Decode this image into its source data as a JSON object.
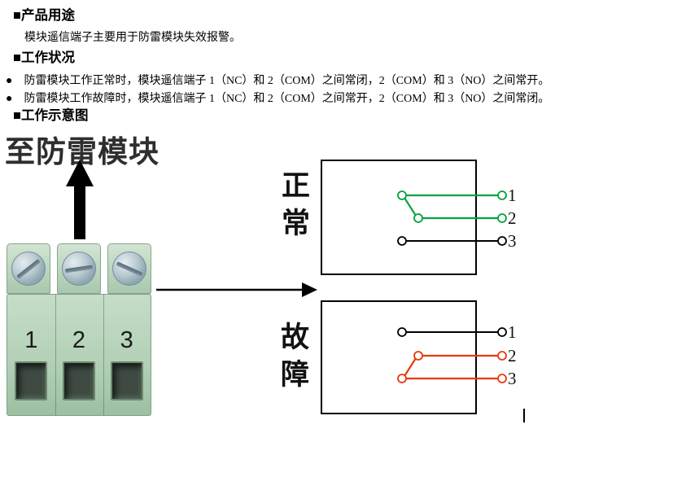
{
  "usage": {
    "heading": "■产品用途",
    "body": "模块遥信端子主要用于防雷模块失效报警。"
  },
  "status": {
    "heading": "■工作状况",
    "bullet1": "●　防雷模块工作正常时，模块遥信端子 1（NC）和 2（COM）之间常闭，2（COM）和 3（NO）之间常开。",
    "bullet2": "●　防雷模块工作故障时，模块遥信端子 1（NC）和 2（COM）之间常开，2（COM）和 3（NO）之间常闭。"
  },
  "schematic": {
    "heading": "■工作示意图",
    "module_label": "至防雷模块",
    "terminal_block": {
      "pins": [
        "1",
        "2",
        "3"
      ]
    },
    "open_color": "#000000",
    "states": {
      "normal": {
        "label": "正常",
        "color": "#00a43a",
        "closed_contacts": [
          "1",
          "2"
        ],
        "terminals": [
          "1",
          "2",
          "3"
        ]
      },
      "fault": {
        "label": "故障",
        "color": "#e8380d",
        "closed_contacts": [
          "2",
          "3"
        ],
        "terminals": [
          "1",
          "2",
          "3"
        ]
      }
    }
  }
}
